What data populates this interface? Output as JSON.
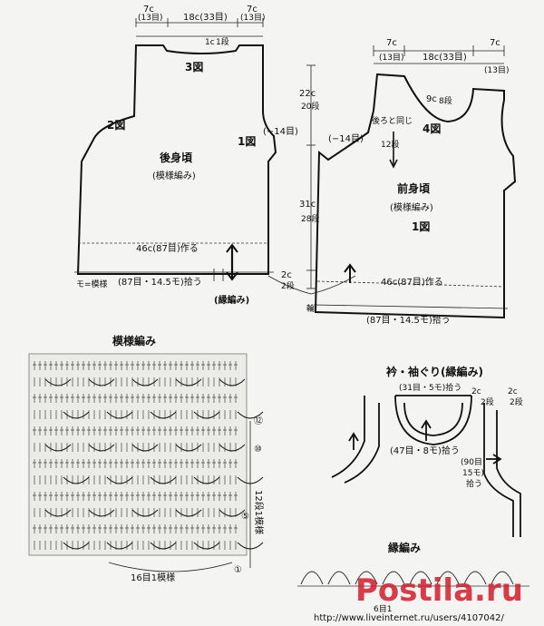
{
  "back": {
    "top_left": "7c",
    "top_left_sts": "(13目)",
    "top_mid": "18c(33目)",
    "top_right": "7c",
    "top_right_sts": "(13目)",
    "neck_drop": "1c",
    "neck_drop_rows": "1段",
    "fig3": "3図",
    "fig2": "2図",
    "fig1": "1図",
    "title": "後身頃",
    "pattern": "(模様編み)",
    "dec": "(−14目)",
    "width_note": "46c(87目)作る",
    "pickup": "(87目・14.5モ)拾う",
    "legend": "モ=模様",
    "border": "(縁編み)"
  },
  "center": {
    "armhole": "22c",
    "armhole_rows": "20段",
    "body_len": "31c",
    "body_rows": "28段",
    "border_h": "2c",
    "border_rows": "2段",
    "ring": "輪"
  },
  "front": {
    "top_left": "7c",
    "top_left_sts": "(13目)",
    "top_mid": "18c(33目)",
    "top_right": "7c",
    "top_right_sts": "(13目)",
    "neck_depth": "9c",
    "neck_rows": "8段",
    "same_as_back": "後ろと同じ",
    "rows12": "12段",
    "dec": "(−14目)",
    "fig4": "4図",
    "title": "前身頃",
    "pattern": "(模様編み)",
    "fig1": "1図",
    "width_note": "46c(87目)作る",
    "pickup": "(87目・14.5モ)拾う"
  },
  "chart": {
    "title": "模様編み",
    "row_labels": [
      "⑫",
      "⑩",
      "⑤",
      "①"
    ],
    "repeat_rows": "12段1模様",
    "repeat_sts": "16目1模様"
  },
  "neckband": {
    "title": "衿・袖ぐり(縁編み)",
    "neck_pickup": "(31目・5モ)拾う",
    "h1": "2c",
    "h1_rows": "2段",
    "h2": "2c",
    "h2_rows": "2段",
    "front_pickup": "(47目・8モ)拾う",
    "arm_pickup_sts": "(90目",
    "arm_pickup_mo": "15モ)",
    "arm_pickup": "拾う"
  },
  "edging": {
    "title": "縁編み",
    "repeat": "6目1"
  },
  "watermark": {
    "brand": "Postila.ru",
    "url": "http://www.liveinternet.ru/users/4107042/"
  }
}
